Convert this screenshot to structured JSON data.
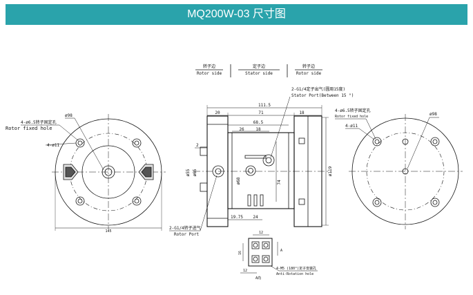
{
  "header": {
    "title": "MQ200W-03 尺寸图"
  },
  "legend": {
    "rotor_cn": "转子边",
    "rotor_en": "Rotor side",
    "stator_cn": "定子边",
    "stator_en": "Stator side"
  },
  "left_view": {
    "dia": "ø98",
    "fixed_hole_cn": "4-ø6.5转子固定孔",
    "fixed_hole_en": "Rotor fixed hole",
    "holes": "4-ø11",
    "width": "145"
  },
  "side_view": {
    "len_total": "111.5",
    "len_20": "20",
    "len_71": "71",
    "len_18": "18",
    "len_68": "68.5",
    "len_26": "26",
    "len_18b": "18",
    "d1": "2",
    "d_shaft": "ø55",
    "d_in": "ø65",
    "d_center": "ø68",
    "h74": "74",
    "d119": "ø119",
    "b1975": "19.75",
    "b24": "24",
    "air_out_cn": "2-G1/4定子出气(圆周15度)",
    "air_out_en": "Stator Port(Between 15 °)",
    "air_in_cn": "2-G1/4转子进气",
    "air_in_en": "Rotor Port"
  },
  "detail_view": {
    "w12": "12",
    "h16": "16",
    "b12": "12",
    "arrow_label": "A",
    "dir_label": "A向",
    "anti_cn": "4-M5 (180°)定子安装孔",
    "anti_en": "Anti-Rotation hole"
  },
  "right_view": {
    "fixed_hole_cn": "4-ø6.5转子固定孔",
    "fixed_hole_en": "Rotor fixed hole",
    "holes": "4-ø11",
    "dia": "ø98"
  }
}
